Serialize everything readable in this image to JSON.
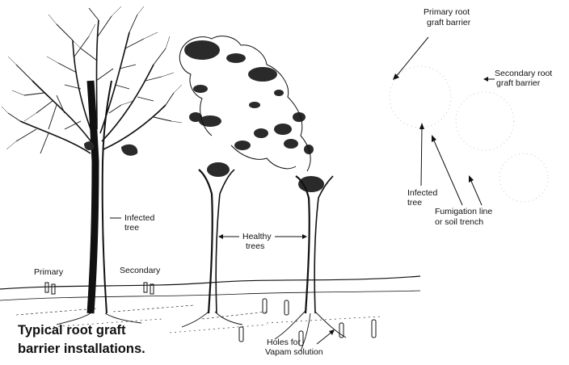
{
  "labels": {
    "infected_tree": [
      "Infected",
      "tree"
    ],
    "healthy_trees": [
      "Healthy",
      "trees"
    ],
    "primary": "Primary",
    "secondary": "Secondary",
    "holes": [
      "Holes for",
      "Vapam solution"
    ],
    "plan_primary_barrier": [
      "Primary root",
      "graft barrier"
    ],
    "plan_secondary_barrier": [
      "Secondary root",
      "graft barrier"
    ],
    "plan_infected_tree": [
      "Infected",
      "tree"
    ],
    "plan_fumigation": [
      "Fumigation line",
      "or soil trench"
    ]
  },
  "caption": [
    "Typical root graft",
    "barrier installations."
  ],
  "colors": {
    "ink": "#111111",
    "background": "#ffffff"
  }
}
